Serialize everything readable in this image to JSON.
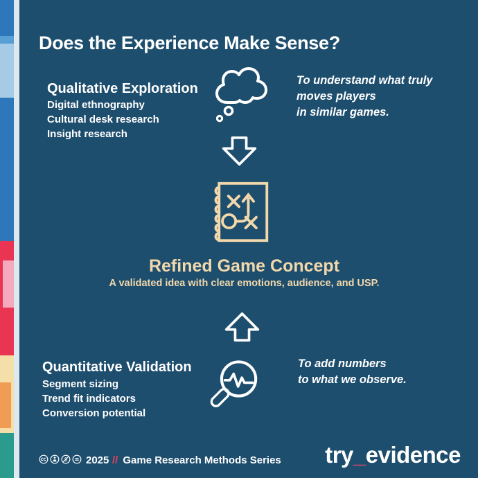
{
  "title": "Does the Experience Make Sense?",
  "qualitative": {
    "heading": "Qualitative Exploration",
    "items": [
      "Digital ethnography",
      "Cultural desk research",
      "Insight research"
    ],
    "annotation": [
      "To understand what truly",
      "moves players",
      "in similar games."
    ]
  },
  "concept": {
    "heading": "Refined Game Concept",
    "subtitle": "A validated idea with clear emotions, audience, and USP."
  },
  "quantitative": {
    "heading": "Quantitative Validation",
    "items": [
      "Segment sizing",
      "Trend fit indicators",
      "Conversion potential"
    ],
    "annotation": [
      "To add numbers",
      "to what we observe."
    ]
  },
  "footer": {
    "year": "2025",
    "slashes": "//",
    "series": "Game Research Methods Series",
    "logo": {
      "prefix": "try",
      "underscore": "_",
      "suffix": "evidence"
    }
  },
  "icons": {
    "qualitative": "thought-cloud-icon",
    "flow_down": "down-arrow-icon",
    "concept": "strategy-notebook-icon",
    "flow_up": "up-arrow-icon",
    "quantitative": "magnifier-pulse-icon",
    "license": [
      "cc-icon",
      "cc-by-icon",
      "cc-nc-icon",
      "cc-nd-icon"
    ]
  },
  "colors": {
    "panel": "#1e4e6e",
    "tan_accent": "#f2d8ab",
    "red_accent": "#e8415c",
    "logo_underscore": "#e64a6e",
    "strip_segments": [
      "#2e77ba",
      "#58a0d4",
      "#a6cbe7",
      "#2e77ba",
      "#e93452",
      "#f3dfa7",
      "#2b9b8d"
    ],
    "strip_insets": {
      "pink": "#f5a9be",
      "orange": "#f09c55"
    }
  }
}
